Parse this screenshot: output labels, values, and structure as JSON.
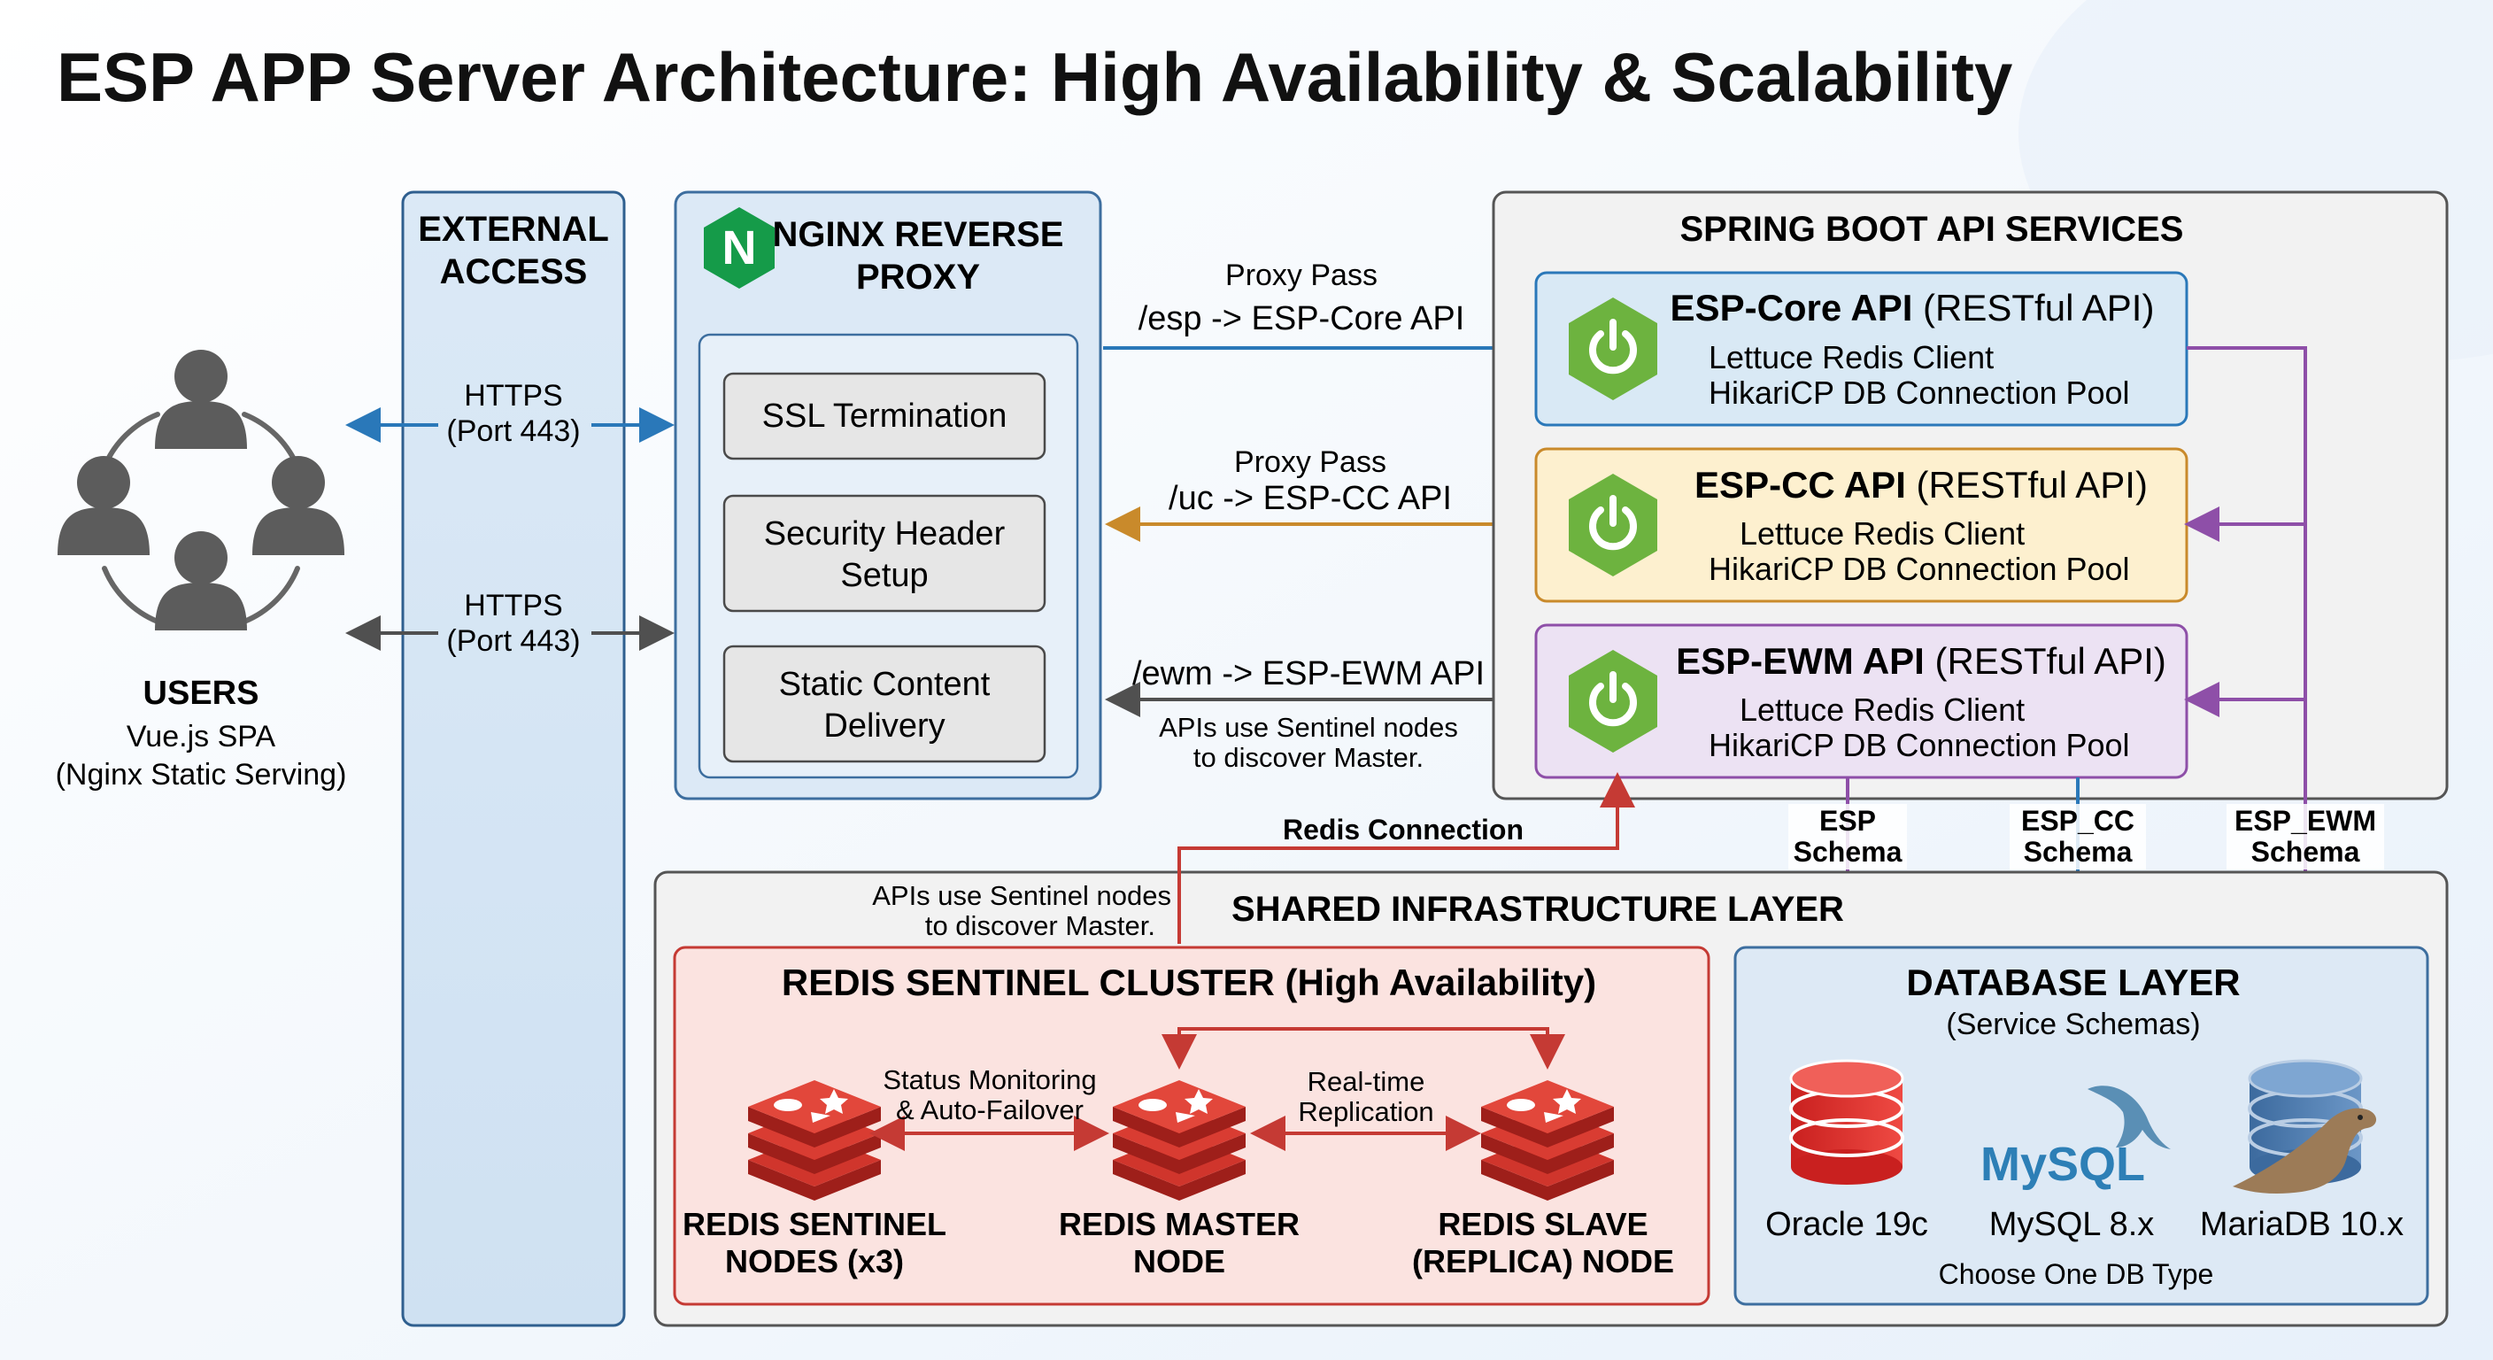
{
  "title": "ESP APP Server Architecture: High Availability & Scalability",
  "users": {
    "label": "USERS",
    "line1": "Vue.js SPA",
    "line2": "(Nginx Static Serving)"
  },
  "external": {
    "title_line1": "EXTERNAL",
    "title_line2": "ACCESS",
    "https1_line1": "HTTPS",
    "https1_line2": "(Port 443)",
    "https2_line1": "HTTPS",
    "https2_line2": "(Port 443)"
  },
  "nginx": {
    "title_line1": "NGINX REVERSE",
    "title_line2": "PROXY",
    "logo_letter": "N",
    "items": [
      {
        "line1": "SSL Termination",
        "line2": ""
      },
      {
        "line1": "Security Header",
        "line2": "Setup"
      },
      {
        "line1": "Static Content",
        "line2": "Delivery"
      }
    ]
  },
  "proxy": {
    "core_line1": "Proxy Pass",
    "core_line2": "/esp -> ESP-Core API",
    "cc_line1": "Proxy Pass",
    "cc_line2": "/uc -> ESP-CC API",
    "ewm_line1": "/ewm -> ESP-EWM API",
    "note_line1": "APIs use Sentinel nodes",
    "note_line2": "to discover Master."
  },
  "spring": {
    "title": "SPRING BOOT API SERVICES",
    "services": [
      {
        "name": "ESP-Core API",
        "suffix": " (RESTful API)",
        "line1": "Lettuce Redis Client",
        "line2": "HikariCP DB Connection Pool"
      },
      {
        "name": "ESP-CC API",
        "suffix": " (RESTful API)",
        "line1": "Lettuce Redis Client",
        "line2": "HikariCP DB Connection Pool"
      },
      {
        "name": "ESP-EWM API",
        "suffix": " (RESTful API)",
        "line1": "Lettuce Redis Client",
        "line2": "HikariCP DB Connection Pool"
      }
    ]
  },
  "schemas": [
    {
      "line1": "ESP",
      "line2": "Schema"
    },
    {
      "line1": "ESP_CC",
      "line2": "Schema"
    },
    {
      "line1": "ESP_EWM",
      "line2": "Schema"
    }
  ],
  "redis_connection": "Redis Connection",
  "shared": {
    "title": "SHARED INFRASTRUCTURE LAYER",
    "note_line1": "APIs use Sentinel nodes",
    "note_line2": "to discover Master."
  },
  "redis": {
    "title": "REDIS SENTINEL CLUSTER (High Availability)",
    "monitor_line1": "Status Monitoring",
    "monitor_line2": "& Auto-Failover",
    "replication_line1": "Real-time",
    "replication_line2": "Replication",
    "nodes": [
      {
        "line1": "REDIS SENTINEL",
        "line2": "NODES (x3)"
      },
      {
        "line1": "REDIS MASTER",
        "line2": "NODE"
      },
      {
        "line1": "REDIS SLAVE",
        "line2": "(REPLICA) NODE"
      }
    ]
  },
  "database": {
    "title": "DATABASE LAYER",
    "subtitle": "(Service Schemas)",
    "dbs": [
      "Oracle 19c",
      "MySQL 8.x",
      "MariaDB 10.x"
    ],
    "mysql_logo": "MySQL",
    "footer": "Choose One DB Type"
  },
  "colors": {
    "blue": "#2a78b9",
    "orange": "#c98a2b",
    "purple": "#8e4fa8",
    "red": "#c53a34",
    "gray_arrow": "#505050",
    "spring_green": "#6db33f",
    "redis_red": "#d0352c"
  }
}
